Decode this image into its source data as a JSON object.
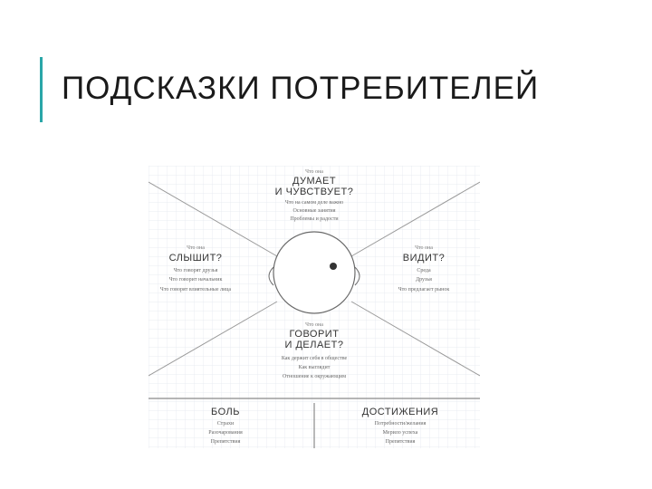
{
  "title": "ПОДСКАЗКИ ПОТРЕБИТЕЛЕЙ",
  "colors": {
    "accent": "#2aa6a8",
    "grid": "#e3e7ee",
    "line": "#9a9a9a",
    "text": "#1a1a1a"
  },
  "empathy_map": {
    "top": {
      "prefix": "Что она",
      "heading1": "ДУМАЕТ",
      "heading2": "И ЧУВСТВУЕТ?",
      "items": [
        "Что на самом деле важно",
        "Основные занятия",
        "Проблемы и радости"
      ]
    },
    "left": {
      "prefix": "Что она",
      "heading": "СЛЫШИТ?",
      "items": [
        "Что говорят друзья",
        "Что говорит начальник",
        "Что говорят влиятельные лица"
      ]
    },
    "right": {
      "prefix": "Что она",
      "heading": "ВИДИТ?",
      "items": [
        "Среда",
        "Друзья",
        "Что предлагает рынок"
      ]
    },
    "bottom": {
      "prefix": "Что она",
      "heading1": "ГОВОРИТ",
      "heading2": "И ДЕЛАЕТ?",
      "items": [
        "Как держит себя в обществе",
        "Как выглядит",
        "Отношение к окружающим"
      ]
    },
    "pain": {
      "heading": "БОЛЬ",
      "items": [
        "Страхи",
        "Разочарования",
        "Препятствия"
      ]
    },
    "gain": {
      "heading": "ДОСТИЖЕНИЯ",
      "items": [
        "Потребности/желания",
        "Мерило успеха",
        "Препятствия"
      ]
    }
  }
}
